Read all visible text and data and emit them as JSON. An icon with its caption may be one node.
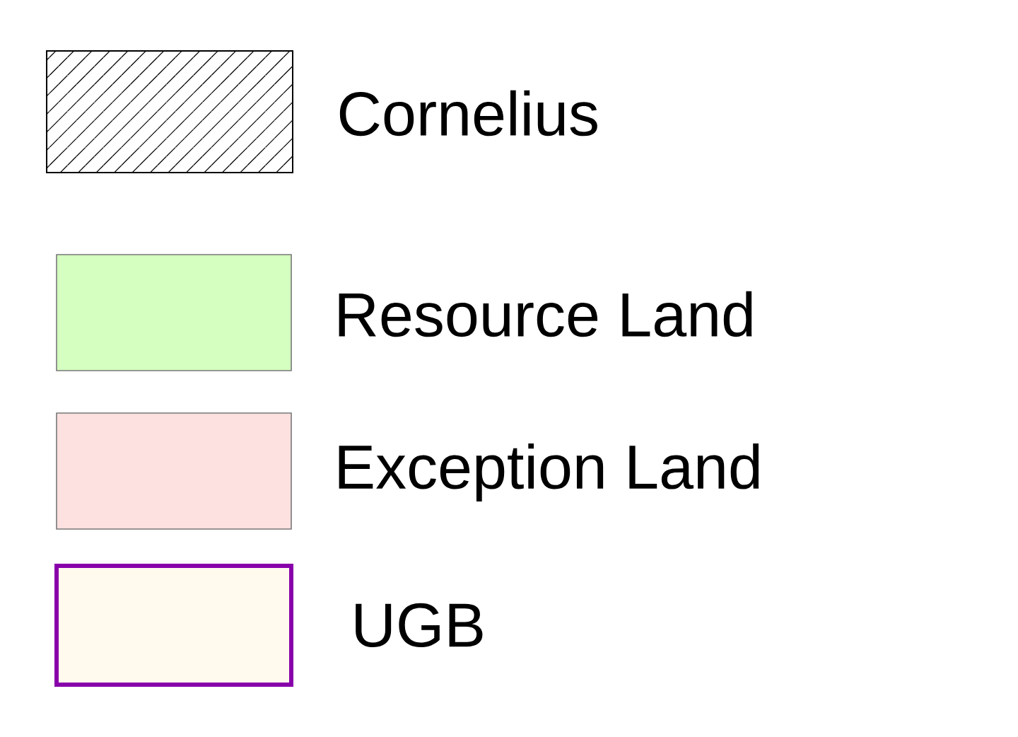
{
  "diagram": {
    "legend": [
      {
        "text": "Cornelius"
      },
      {
        "text": "Resource Land",
        "color": "#d4ffc0"
      },
      {
        "text": "Exception Land",
        "color": "#fde0e0"
      },
      {
        "text": "UGB"
      }
    ]
  }
}
